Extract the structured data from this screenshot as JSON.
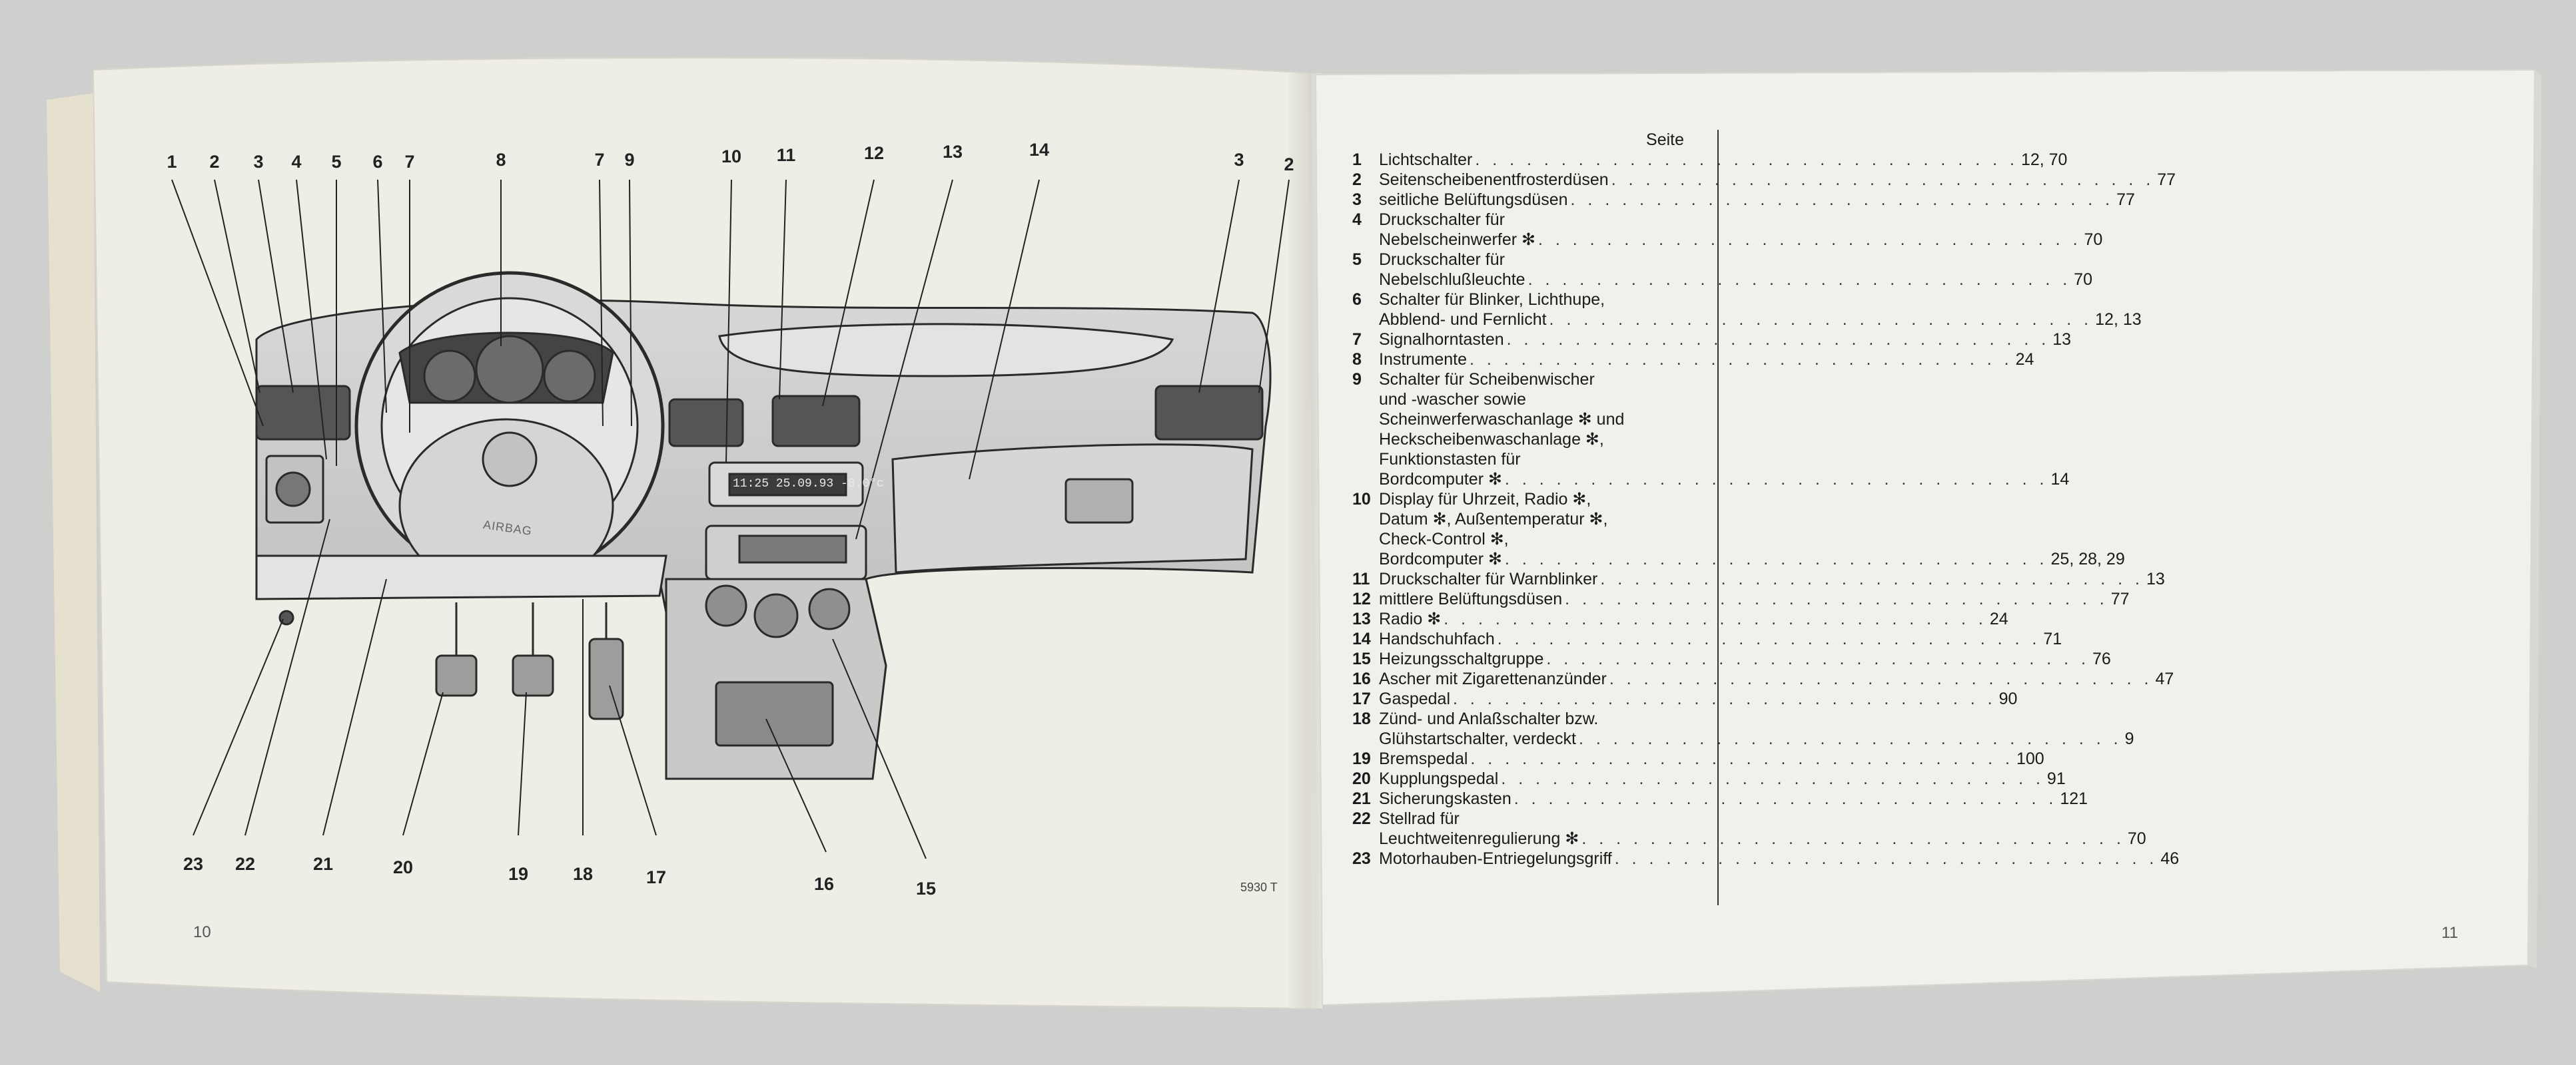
{
  "left_page": {
    "page_number": "10",
    "figure_code": "5930 T",
    "airbag_label": "AIRBAG",
    "callouts_top": [
      "1",
      "2",
      "3",
      "4",
      "5",
      "6",
      "7",
      "8",
      "7",
      "9",
      "10",
      "11",
      "12",
      "13",
      "14",
      "3",
      "2"
    ],
    "callouts_bottom": [
      "23",
      "22",
      "21",
      "20",
      "19",
      "18",
      "17",
      "16",
      "15"
    ]
  },
  "right_page": {
    "page_number": "11",
    "column_header": "Seite",
    "items": [
      {
        "num": "1",
        "lines": [
          "Lichtschalter"
        ],
        "page": "12, 70"
      },
      {
        "num": "2",
        "lines": [
          "Seitenscheibenentfrosterdüsen"
        ],
        "page": "77"
      },
      {
        "num": "3",
        "lines": [
          "seitliche Belüftungsdüsen"
        ],
        "page": "77"
      },
      {
        "num": "4",
        "lines": [
          "Druckschalter für",
          "Nebelscheinwerfer ✻"
        ],
        "page": "70"
      },
      {
        "num": "5",
        "lines": [
          "Druckschalter für",
          "Nebelschlußleuchte"
        ],
        "page": "70"
      },
      {
        "num": "6",
        "lines": [
          "Schalter für Blinker, Lichthupe,",
          "Abblend- und Fernlicht"
        ],
        "page": "12, 13"
      },
      {
        "num": "7",
        "lines": [
          "Signalhorntasten"
        ],
        "page": "13"
      },
      {
        "num": "8",
        "lines": [
          "Instrumente"
        ],
        "page": "24"
      },
      {
        "num": "9",
        "lines": [
          "Schalter für Scheibenwischer",
          "und -wascher sowie",
          "Scheinwerferwaschanlage ✻ und",
          "Heckscheibenwaschanlage ✻,",
          "Funktionstasten für",
          "Bordcomputer ✻"
        ],
        "page": "14"
      },
      {
        "num": "10",
        "lines": [
          "Display für Uhrzeit, Radio ✻,",
          "Datum ✻, Außentemperatur ✻,",
          "Check-Control ✻,",
          "Bordcomputer ✻"
        ],
        "page": "25, 28, 29"
      },
      {
        "num": "11",
        "lines": [
          "Druckschalter für Warnblinker"
        ],
        "page": "13"
      },
      {
        "num": "12",
        "lines": [
          "mittlere Belüftungsdüsen"
        ],
        "page": "77"
      },
      {
        "num": "13",
        "lines": [
          "Radio ✻"
        ],
        "page": "24"
      },
      {
        "num": "14",
        "lines": [
          "Handschuhfach"
        ],
        "page": "71"
      },
      {
        "num": "15",
        "lines": [
          "Heizungsschaltgruppe"
        ],
        "page": "76"
      },
      {
        "num": "16",
        "lines": [
          "Ascher mit Zigarettenanzünder"
        ],
        "page": "47"
      },
      {
        "num": "17",
        "lines": [
          "Gaspedal"
        ],
        "page": "90"
      },
      {
        "num": "18",
        "lines": [
          "Zünd- und Anlaßschalter bzw.",
          "Glühstartschalter, verdeckt"
        ],
        "page": "9"
      },
      {
        "num": "19",
        "lines": [
          "Bremspedal"
        ],
        "page": "100"
      },
      {
        "num": "20",
        "lines": [
          "Kupplungspedal"
        ],
        "page": "91"
      },
      {
        "num": "21",
        "lines": [
          "Sicherungskasten"
        ],
        "page": "121"
      },
      {
        "num": "22",
        "lines": [
          "Stellrad für",
          "Leuchtweitenregulierung ✻"
        ],
        "page": "70"
      },
      {
        "num": "23",
        "lines": [
          "Motorhauben-Entriegelungsgriff"
        ],
        "page": "46"
      }
    ]
  },
  "display": {
    "readout": "11:25  25.09.93  -8.0°c"
  },
  "colors": {
    "paper_left": "#efeee6",
    "paper_right": "#f1f0ec",
    "background": "#cfd0cd",
    "ink": "#1a1a1a",
    "dash_gray": "#c4c4c2"
  }
}
